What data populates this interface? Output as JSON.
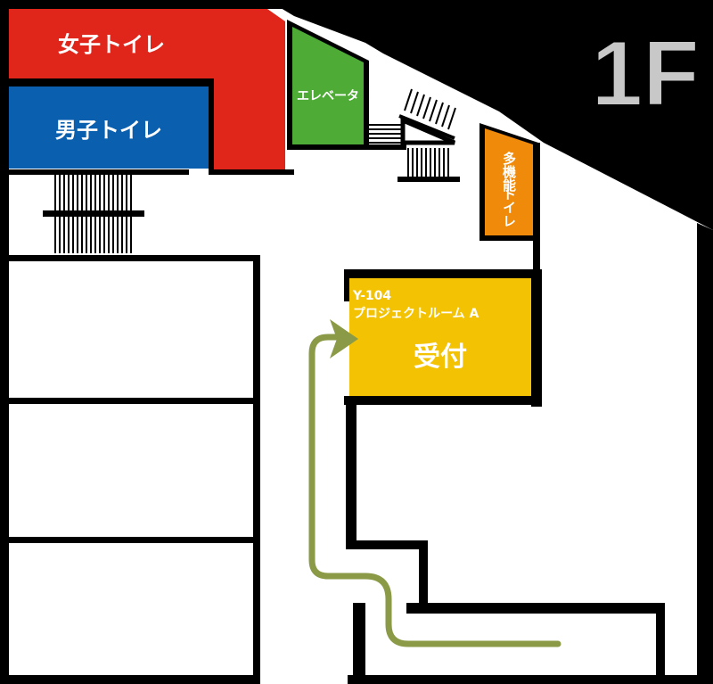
{
  "floor": {
    "label": "1F"
  },
  "rooms": {
    "womens_toilet": {
      "label": "女子トイレ",
      "color": "#e0251b"
    },
    "mens_toilet": {
      "label": "男子トイレ",
      "color": "#0a5fae"
    },
    "elevator": {
      "label": "エレベータ",
      "color": "#4eab36"
    },
    "multi_toilet": {
      "label_line1": "多機能",
      "label_line2": "トイレ",
      "color": "#ef8a0a"
    },
    "project_room": {
      "room_number": "Y-104",
      "name": "プロジェクトルーム A",
      "reception": "受付",
      "color": "#f2c203"
    }
  },
  "route": {
    "color": "#8a9a47"
  },
  "colors": {
    "wall": "#000000",
    "floor_number": "#c8c8c8",
    "background": "#ffffff"
  }
}
